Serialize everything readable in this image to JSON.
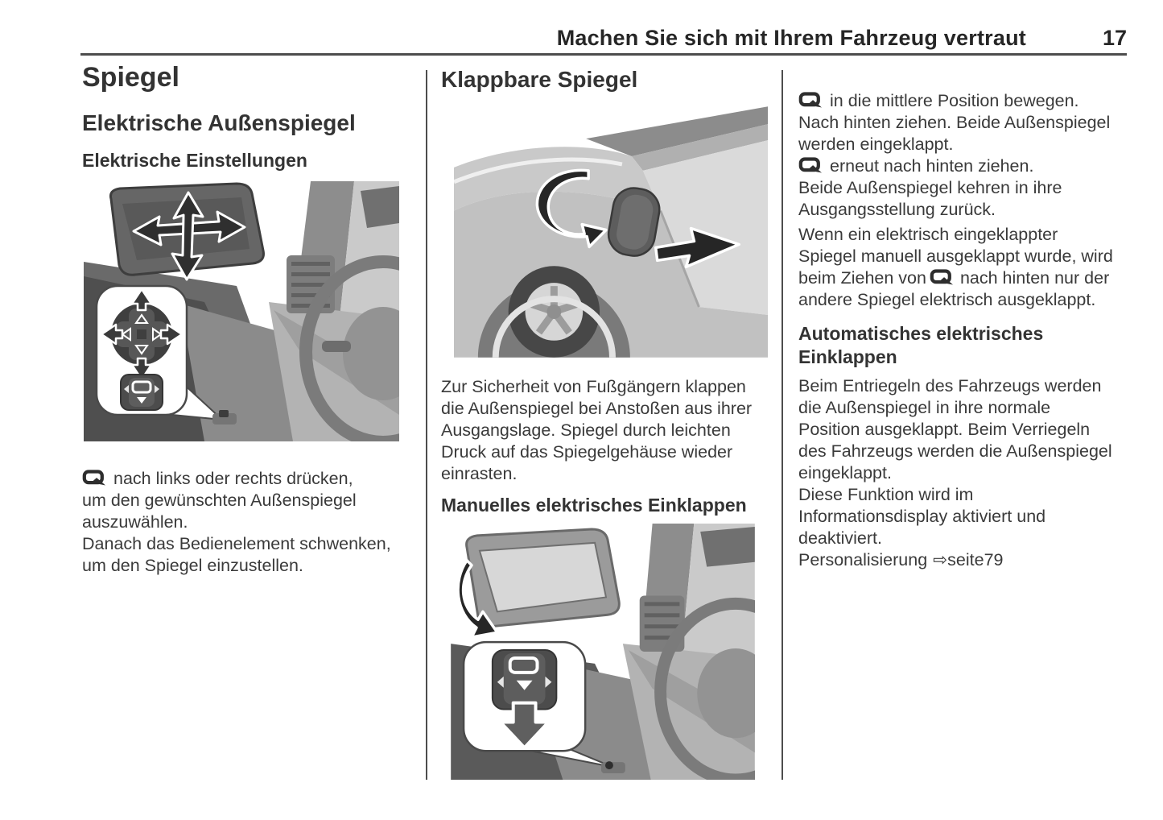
{
  "header": {
    "title": "Machen Sie sich mit Ihrem Fahrzeug vertraut",
    "page_number": "17"
  },
  "left": {
    "title": "Spiegel",
    "subtitle": "Elektrische Außenspiegel",
    "heading": "Elektrische Einstellungen",
    "p1": {
      "l1": "nach links oder rechts drücken,",
      "l2": "um den gewünschten Außenspiegel",
      "l3": "auszuwählen.",
      "l4": "Danach das Bedienelement schwenken,",
      "l5": "um den Spiegel einzustellen."
    }
  },
  "middle": {
    "title": "Klappbare Spiegel",
    "p1": {
      "l1": "Zur Sicherheit von Fußgängern klappen",
      "l2": "die Außenspiegel bei Anstoßen aus ihrer",
      "l3": "Ausgangslage. Spiegel durch leichten",
      "l4": "Druck auf das Spiegelgehäuse wieder",
      "l5": "einrasten."
    },
    "subheading": "Manuelles elektrisches Einklappen"
  },
  "right": {
    "p1": {
      "l1": "in die mittlere Position bewegen.",
      "l2": "Nach hinten ziehen. Beide Außenspiegel",
      "l3": "werden eingeklappt."
    },
    "p2": {
      "l1": "erneut nach hinten ziehen.",
      "l2": "Beide Außenspiegel kehren in ihre",
      "l3": "Ausgangsstellung zurück."
    },
    "p3": {
      "l1": "Wenn ein elektrisch eingeklappter",
      "l2": "Spiegel manuell ausgeklappt wurde, wird",
      "l3a": "beim Ziehen von",
      "l3b": "nach hinten nur der",
      "l4": "andere Spiegel elektrisch ausgeklappt."
    },
    "heading": {
      "l1": "Automatisches elektrisches",
      "l2": "Einklappen"
    },
    "p4": {
      "l1": "Beim Entriegeln des Fahrzeugs werden",
      "l2": "die Außenspiegel in ihre normale",
      "l3": "Position ausgeklappt. Beim Verriegeln",
      "l4": "des Fahrzeugs werden die Außenspiegel",
      "l5": "eingeklappt.",
      "l6": "Diese Funktion wird im",
      "l7": "Informationsdisplay aktiviert und",
      "l8": "deaktiviert."
    },
    "personalization": {
      "label": "Personalisierung",
      "ref": "⇨seite79"
    }
  },
  "icons": {
    "mirror_control": "mirror-icon",
    "page_ref_arrow": "⇨"
  },
  "colors": {
    "text": "#3a3a3a",
    "heading": "#333333",
    "rule": "#4d4d4d"
  }
}
